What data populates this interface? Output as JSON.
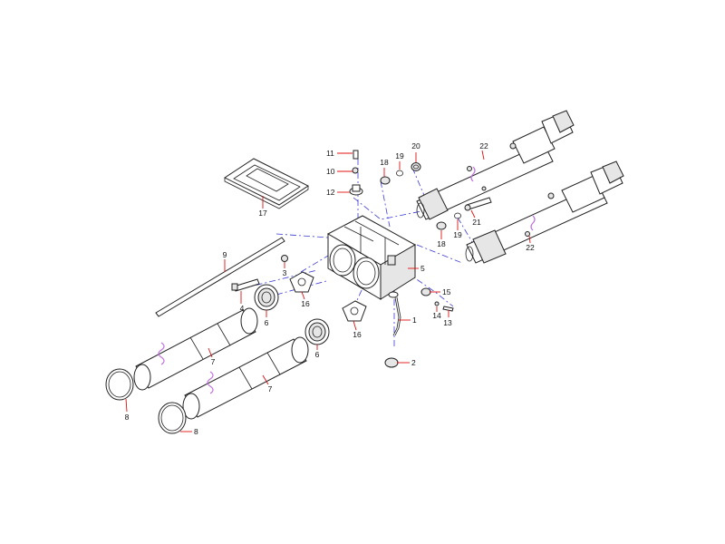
{
  "callouts": [
    {
      "id": "c1",
      "text": "1"
    },
    {
      "id": "c2",
      "text": "2"
    },
    {
      "id": "c3",
      "text": "3"
    },
    {
      "id": "c4",
      "text": "4"
    },
    {
      "id": "c5",
      "text": "5"
    },
    {
      "id": "c6a",
      "text": "6"
    },
    {
      "id": "c6b",
      "text": "6"
    },
    {
      "id": "c7a",
      "text": "7"
    },
    {
      "id": "c7b",
      "text": "7"
    },
    {
      "id": "c8a",
      "text": "8"
    },
    {
      "id": "c8b",
      "text": "8"
    },
    {
      "id": "c9",
      "text": "9"
    },
    {
      "id": "c10",
      "text": "10"
    },
    {
      "id": "c11",
      "text": "11"
    },
    {
      "id": "c12",
      "text": "12"
    },
    {
      "id": "c13",
      "text": "13"
    },
    {
      "id": "c14",
      "text": "14"
    },
    {
      "id": "c15",
      "text": "15"
    },
    {
      "id": "c16a",
      "text": "16"
    },
    {
      "id": "c16b",
      "text": "16"
    },
    {
      "id": "c17",
      "text": "17"
    },
    {
      "id": "c18a",
      "text": "18"
    },
    {
      "id": "c18b",
      "text": "18"
    },
    {
      "id": "c19a",
      "text": "19"
    },
    {
      "id": "c19b",
      "text": "19"
    },
    {
      "id": "c20",
      "text": "20"
    },
    {
      "id": "c21",
      "text": "21"
    },
    {
      "id": "c22a",
      "text": "22"
    },
    {
      "id": "c22b",
      "text": "22"
    }
  ],
  "colors": {
    "background": "#ffffff",
    "line": "#222222",
    "leader": "#e01010",
    "centerline": "#3a3ad8",
    "break_mark": "#c070e0"
  }
}
